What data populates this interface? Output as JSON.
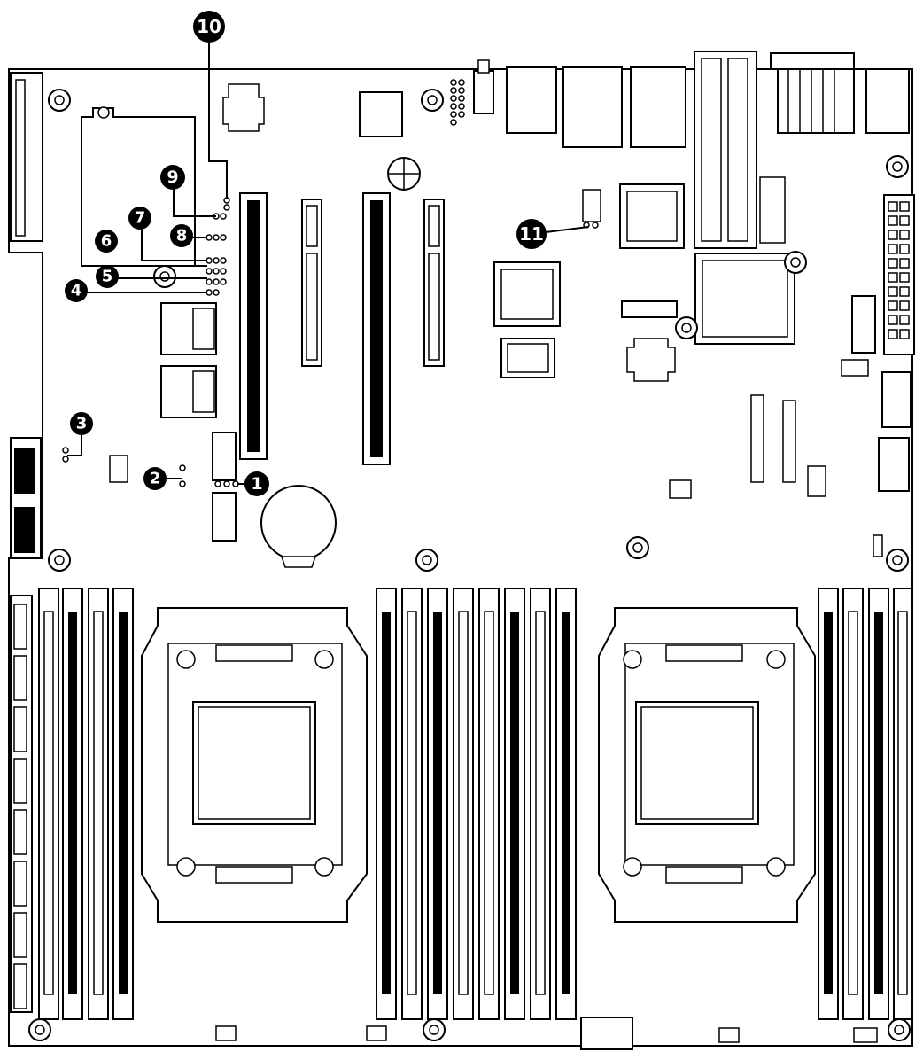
{
  "diagram": {
    "callouts": [
      {
        "id": 1,
        "label": "1"
      },
      {
        "id": 2,
        "label": "2"
      },
      {
        "id": 3,
        "label": "3"
      },
      {
        "id": 4,
        "label": "4"
      },
      {
        "id": 5,
        "label": "5"
      },
      {
        "id": 6,
        "label": "6"
      },
      {
        "id": 7,
        "label": "7"
      },
      {
        "id": 8,
        "label": "8"
      },
      {
        "id": 9,
        "label": "9"
      },
      {
        "id": 10,
        "label": "10"
      },
      {
        "id": 11,
        "label": "11"
      }
    ],
    "colors": {
      "line": "#000000",
      "background": "#ffffff"
    }
  }
}
